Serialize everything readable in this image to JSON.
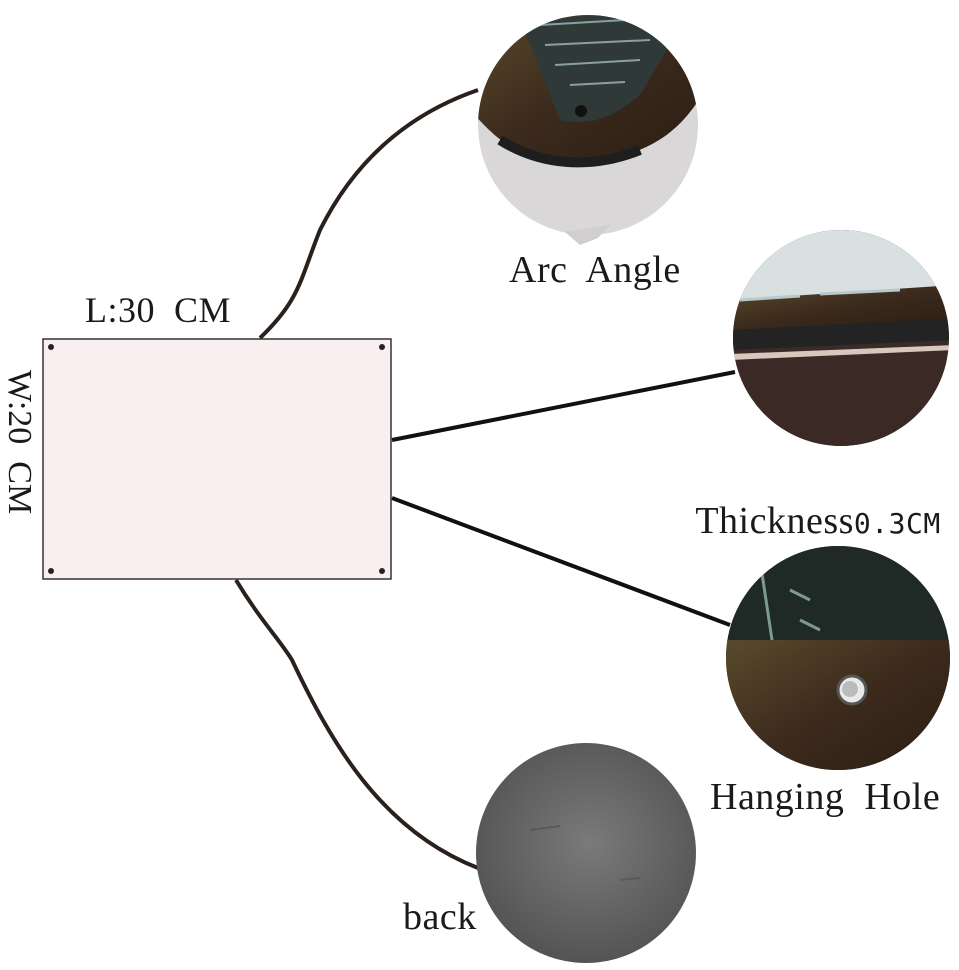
{
  "panel": {
    "length_label": "L:30  CM",
    "width_label": "W:20  CM",
    "fill_color": "#f9eff0"
  },
  "details": [
    {
      "label": "Arc  Angle",
      "photo": "rounded-corner-closeup"
    },
    {
      "label": "Thickness",
      "value": "0.3CM",
      "photo": "edge-thickness-closeup"
    },
    {
      "label": "Hanging  Hole",
      "photo": "mounting-hole-closeup"
    },
    {
      "label": "back",
      "photo": "gray-back-surface"
    }
  ],
  "colors": {
    "connector": "#2a211d",
    "text": "#1a1a1a",
    "back_surface": "#6a6a6a"
  }
}
